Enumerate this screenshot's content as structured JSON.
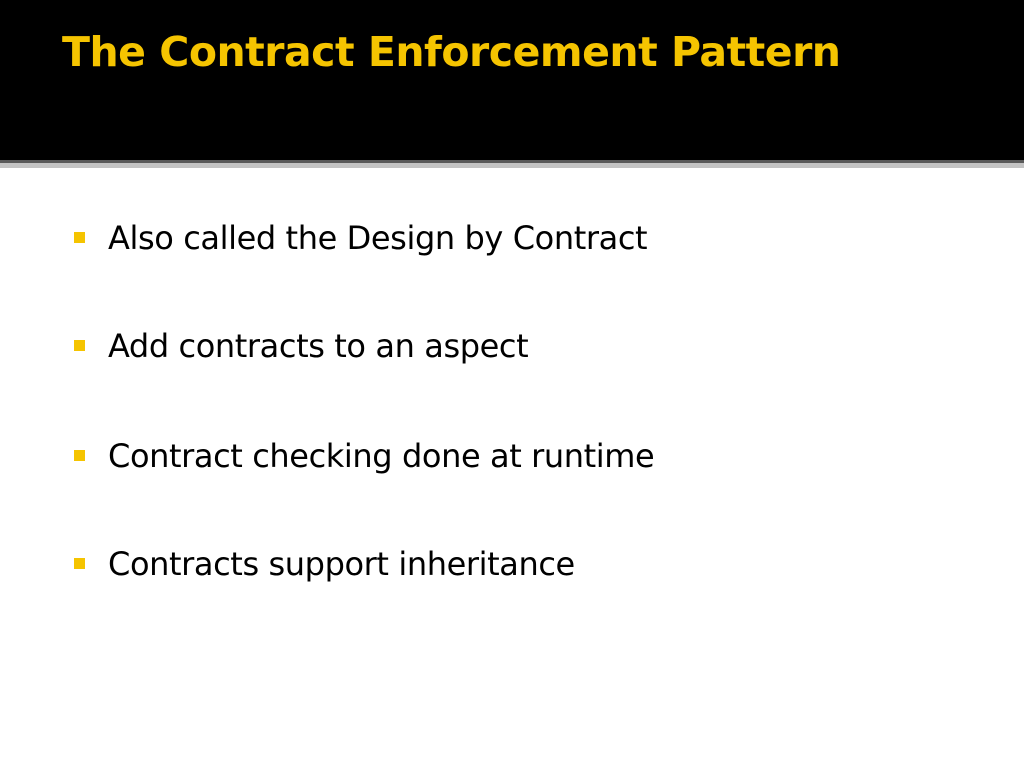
{
  "slide": {
    "title": "The Contract Enforcement Pattern",
    "bullets": [
      {
        "text": "Also called the Design by Contract"
      },
      {
        "text": "Add contracts to an aspect"
      },
      {
        "text": "Contract checking done at runtime"
      },
      {
        "text": "Contracts support inheritance"
      }
    ],
    "bullet_icon": "square-bullet-icon"
  },
  "colors": {
    "title_bar_background": "#000000",
    "title_text": "#f5c400",
    "bullet_marker": "#f5c400",
    "body_text": "#000000",
    "slide_background": "#ffffff"
  }
}
